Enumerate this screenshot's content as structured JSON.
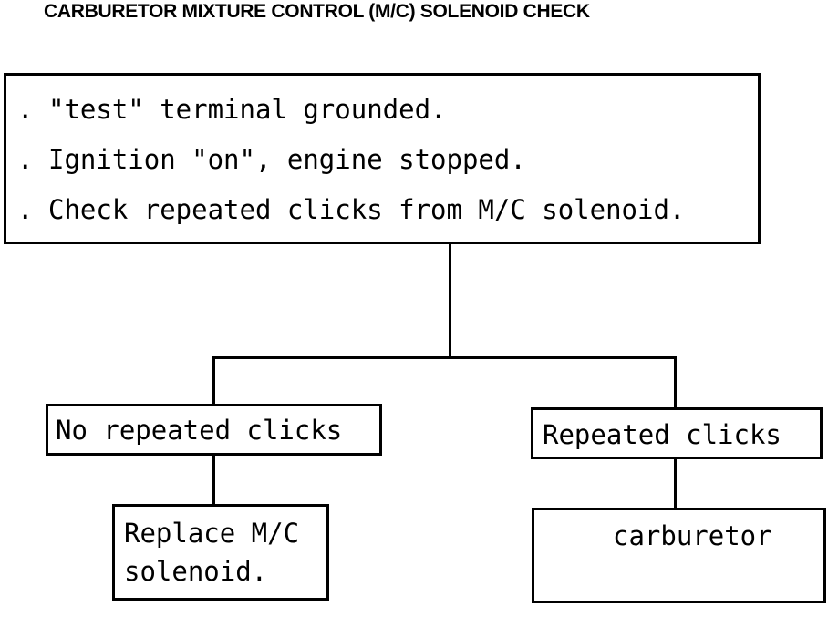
{
  "title": "CARBURETOR MIXTURE CONTROL  (M/C) SOLENOID CHECK",
  "conditions": {
    "bullet": ".",
    "items": [
      "\"test\" terminal grounded.",
      "Ignition \"on\", engine stopped.",
      "Check repeated clicks from M/C solenoid."
    ]
  },
  "branches": {
    "left": {
      "label": "No repeated clicks",
      "result_lines": [
        "Replace M/C",
        "solenoid."
      ]
    },
    "right": {
      "label": "Repeated clicks",
      "result_lines": [
        "carburetor"
      ]
    }
  }
}
